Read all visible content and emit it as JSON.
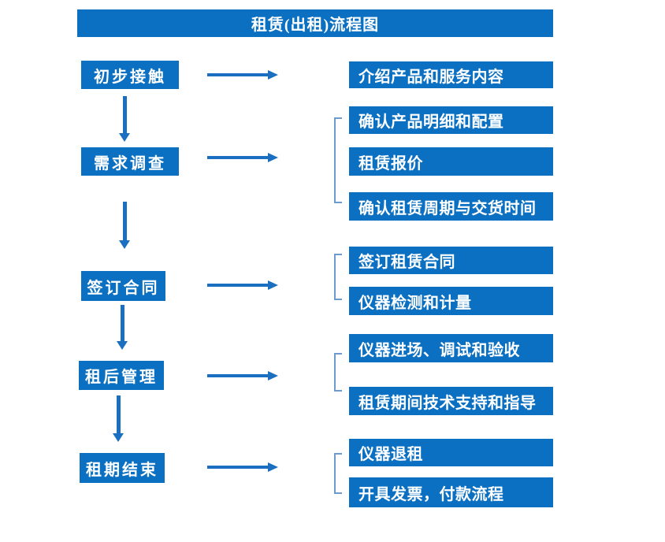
{
  "title": "租赁(出租)流程图",
  "colors": {
    "box_fill": "#0b70c2",
    "arrow": "#1b6fc0",
    "bracket": "#6c9bd2",
    "text": "#ffffff"
  },
  "steps": [
    {
      "label": "初步接触",
      "details": [
        "介绍产品和服务内容"
      ]
    },
    {
      "label": "需求调查",
      "details": [
        "确认产品明细和配置",
        "租赁报价",
        "确认租赁周期与交货时间"
      ]
    },
    {
      "label": "签订合同",
      "details": [
        "签订租赁合同",
        "仪器检测和计量"
      ]
    },
    {
      "label": "租后管理",
      "details": [
        "仪器进场、调试和验收",
        "租赁期间技术支持和指导"
      ]
    },
    {
      "label": "租期结束",
      "details": [
        "仪器退租",
        "开具发票，付款流程"
      ]
    }
  ]
}
